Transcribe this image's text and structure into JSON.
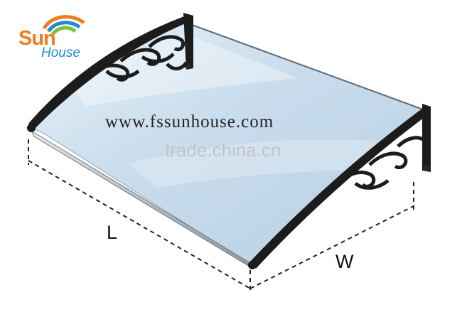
{
  "logo": {
    "word_sun": "Sun",
    "word_house": "House",
    "colors": {
      "sun": "#f07c1e",
      "house": "#1f8ccd"
    }
  },
  "website": "www.fssunhouse.com",
  "watermark": "trade.china.cn",
  "dimensions": {
    "length_label": "L",
    "width_label": "W"
  },
  "colors": {
    "frame": "#1c1c1c",
    "panel": "#c9dcec",
    "rail": "#9aa3aa",
    "dash": "#222222"
  }
}
